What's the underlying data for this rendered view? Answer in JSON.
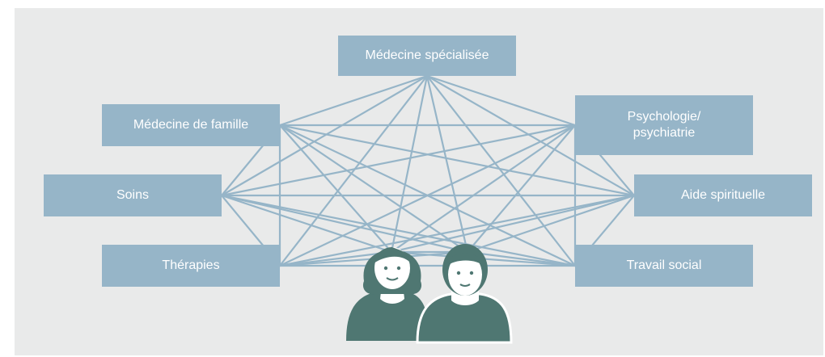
{
  "colors": {
    "panel_background": "#e9eaea",
    "box_fill": "#96b5c8",
    "box_text": "#ffffff",
    "connector_line": "#96b5c8",
    "person_fill": "#4f7772"
  },
  "diagram": {
    "center_nodes": [
      {
        "id": "spec",
        "label": "Médecine spécialisée"
      },
      {
        "id": "fam",
        "label": "Médecine de famille"
      },
      {
        "id": "soins",
        "label": "Soins"
      },
      {
        "id": "ther",
        "label": "Thérapies"
      },
      {
        "id": "psy",
        "label": "Psychologie/\npsychiatrie"
      },
      {
        "id": "aide",
        "label": "Aide spirituelle"
      },
      {
        "id": "travail",
        "label": "Travail social"
      }
    ],
    "center_figures": [
      {
        "name": "woman-avatar-icon"
      },
      {
        "name": "man-avatar-icon"
      }
    ],
    "connections": "all-to-all including patients"
  }
}
